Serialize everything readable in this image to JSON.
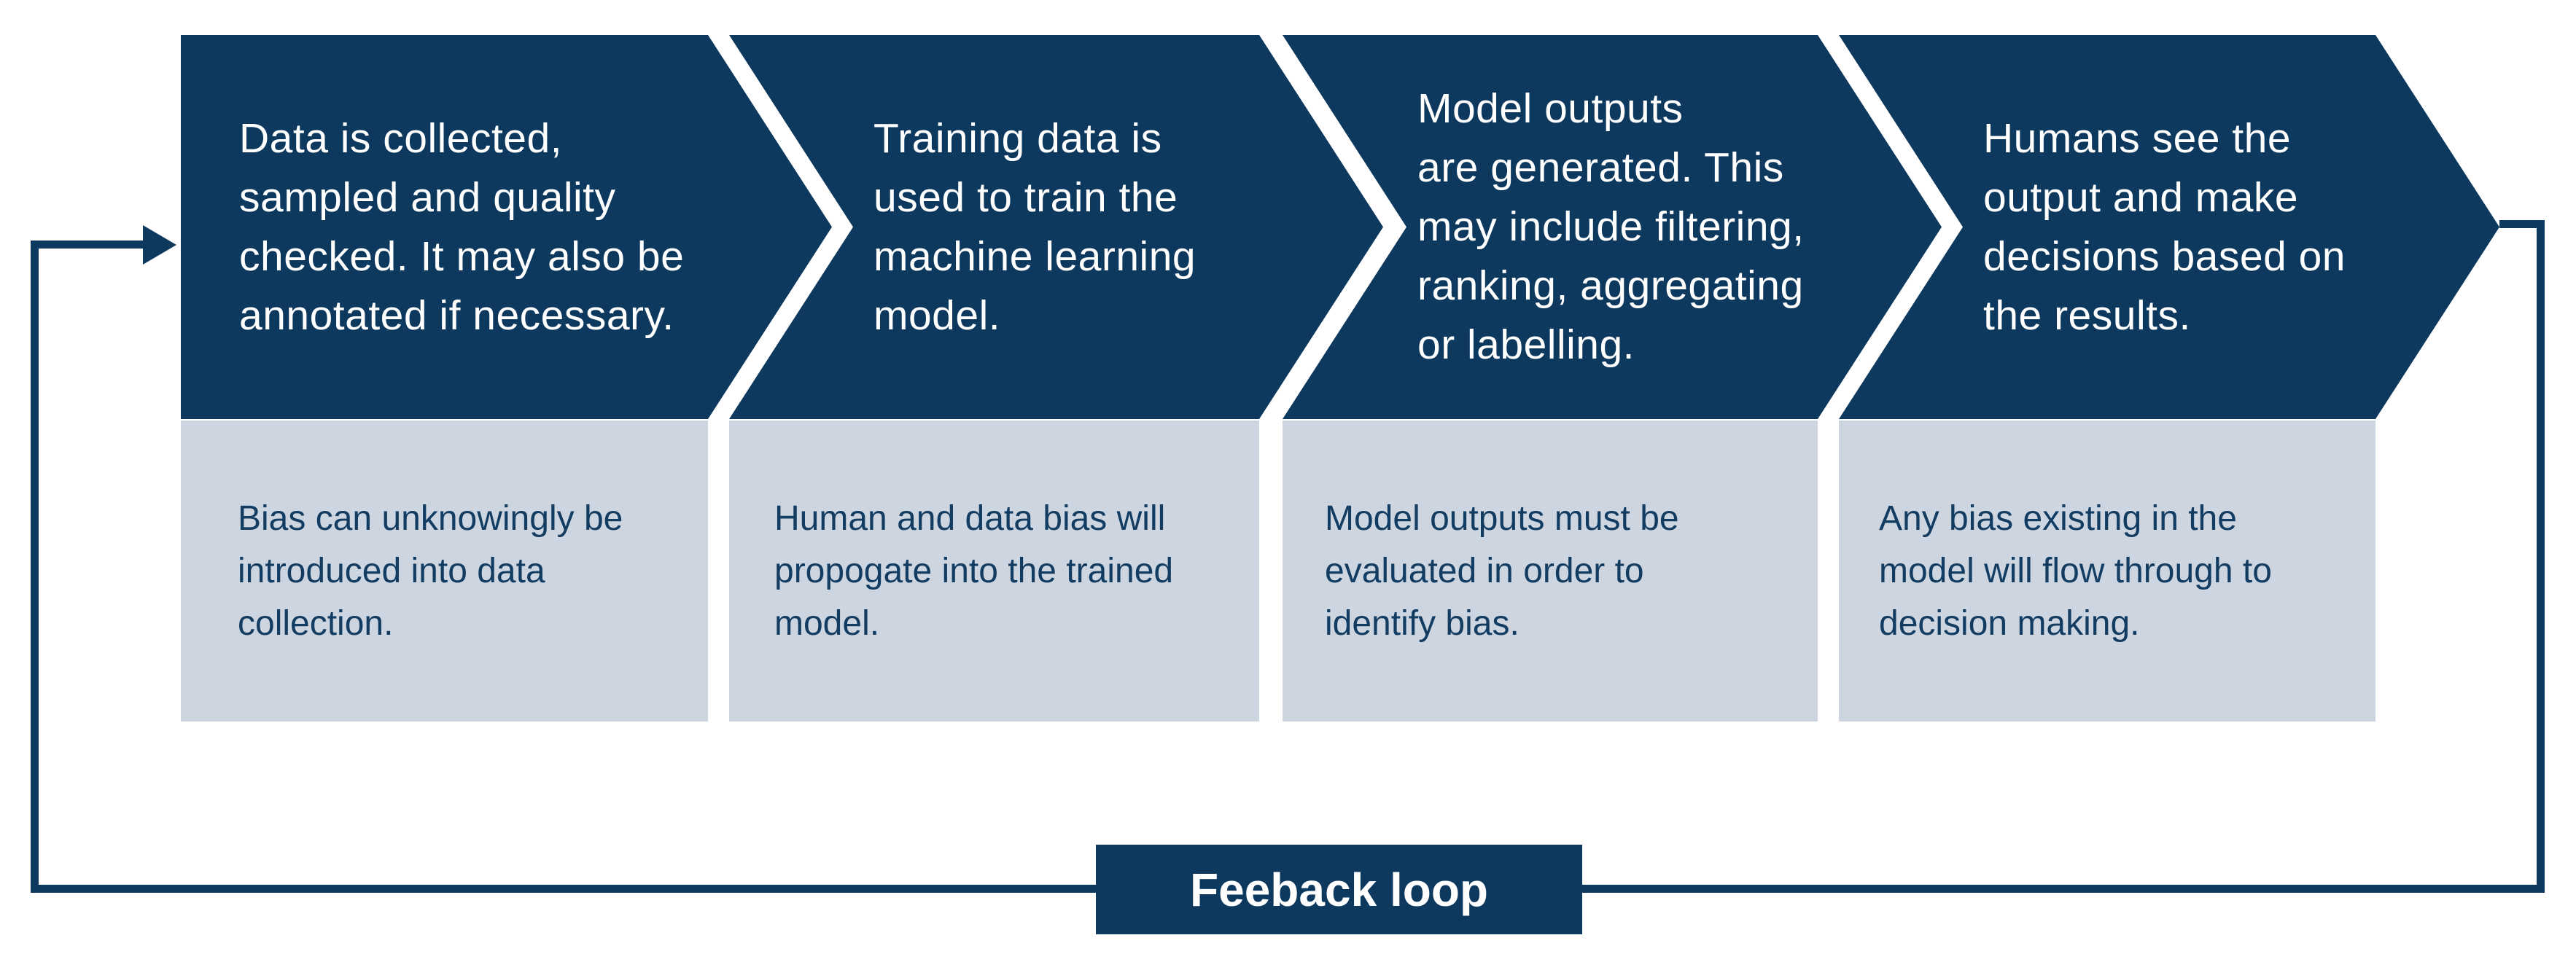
{
  "colors": {
    "navy": "#0e395e",
    "panel_gray_blue": "#cdd6e0",
    "text_on_navy": "#ffffff",
    "text_on_panel": "#123c62"
  },
  "stages": [
    {
      "step": "Data is collected,\nsampled and quality\nchecked. It may also be\nannotated if necessary.",
      "bias": "Bias can unknowingly be\nintroduced into data\ncollection."
    },
    {
      "step": "Training data is\nused to train the\nmachine learning\nmodel.",
      "bias": "Human and data bias will\npropogate into the trained\nmodel."
    },
    {
      "step": "Model outputs\nare generated. This\nmay include filtering,\nranking, aggregating\nor labelling.",
      "bias": "Model outputs must be\nevaluated in order to\nidentify bias."
    },
    {
      "step": "Humans see the\noutput and make\ndecisions based on\nthe results.",
      "bias": "Any bias existing in the\nmodel will flow through to\ndecision making."
    }
  ],
  "feedback": {
    "label": "Feeback loop"
  }
}
